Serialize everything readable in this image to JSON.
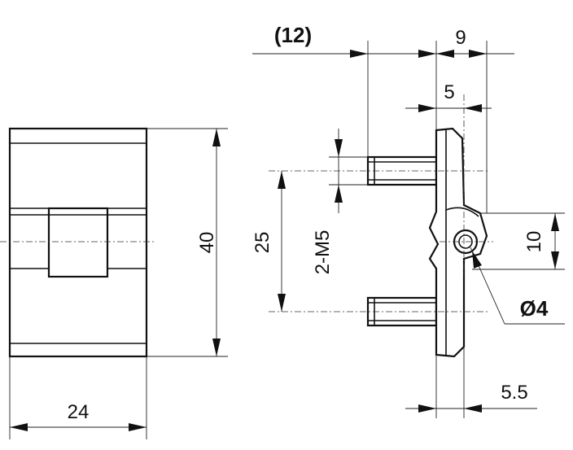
{
  "front_view": {
    "width_label": "24",
    "height_label": "40"
  },
  "side_view": {
    "ref_depth_label": "(12)",
    "depth_9_label": "9",
    "depth_5_label": "5",
    "pitch_label": "25",
    "thread_label": "2-M5",
    "pin_offset_label": "10",
    "pin_diameter_label": "Ø4",
    "base_offset_label": "5.5"
  }
}
